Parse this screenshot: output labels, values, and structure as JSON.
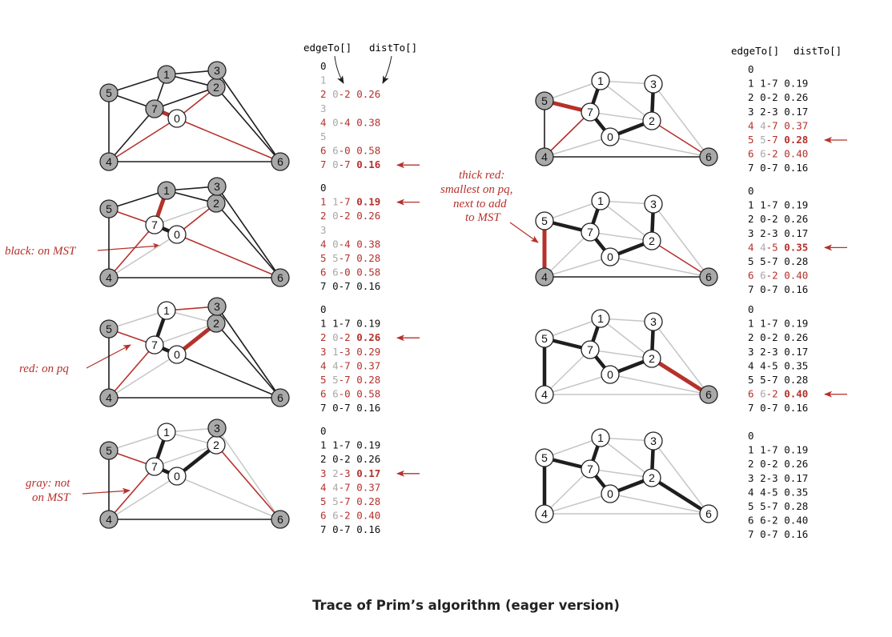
{
  "caption": "Trace of Prim’s algorithm (eager version)",
  "column_headers": {
    "edgeTo": "edgeTo[]",
    "distTo": "distTo[]"
  },
  "colors": {
    "red": "#b5312b",
    "gray_edge": "#c6c6c6",
    "black_edge": "#1e1e1e",
    "node_gray_fill": "#a9a9a9",
    "gray_text": "#a8a8a8"
  },
  "annotations": [
    {
      "text": "black: on MST"
    },
    {
      "text": "red: on pq"
    },
    {
      "lines": [
        "gray: not",
        "on MST"
      ]
    },
    {
      "lines": [
        "thick red:",
        "smallest on pq,",
        "next to add",
        "to MST"
      ]
    }
  ],
  "graph": {
    "vertices": [
      "0",
      "1",
      "2",
      "3",
      "4",
      "5",
      "6",
      "7"
    ],
    "edges": [
      {
        "id": "0-2",
        "u": 0,
        "v": 2
      },
      {
        "id": "0-4",
        "u": 0,
        "v": 4
      },
      {
        "id": "0-6",
        "u": 0,
        "v": 6
      },
      {
        "id": "0-7",
        "u": 0,
        "v": 7
      },
      {
        "id": "1-2",
        "u": 1,
        "v": 2
      },
      {
        "id": "1-3",
        "u": 1,
        "v": 3
      },
      {
        "id": "1-5",
        "u": 1,
        "v": 5
      },
      {
        "id": "1-7",
        "u": 1,
        "v": 7
      },
      {
        "id": "2-3",
        "u": 2,
        "v": 3
      },
      {
        "id": "2-6",
        "u": 2,
        "v": 6
      },
      {
        "id": "2-7",
        "u": 2,
        "v": 7
      },
      {
        "id": "3-6",
        "u": 3,
        "v": 6
      },
      {
        "id": "4-5",
        "u": 4,
        "v": 5
      },
      {
        "id": "4-6",
        "u": 4,
        "v": 6
      },
      {
        "id": "4-7",
        "u": 4,
        "v": 7
      },
      {
        "id": "5-7",
        "u": 5,
        "v": 7
      }
    ]
  },
  "panels": [
    {
      "node_state": [
        "white",
        "gray",
        "gray",
        "gray",
        "gray",
        "gray",
        "gray",
        "gray"
      ],
      "edge_state": {
        "0-2": "red",
        "0-4": "red",
        "0-6": "red",
        "0-7": "thickred",
        "1-2": "black",
        "1-3": "black",
        "1-5": "black",
        "1-7": "black",
        "2-3": "black",
        "2-6": "black",
        "2-7": "black",
        "3-6": "black",
        "4-5": "black",
        "4-6": "black",
        "4-7": "black",
        "5-7": "black"
      },
      "rows": [
        {
          "v": "0",
          "style": "black"
        },
        {
          "v": "1",
          "style": "gray"
        },
        {
          "v": "2",
          "edge_from": "0",
          "edge_to": "2",
          "dist": "0.26",
          "style": "red"
        },
        {
          "v": "3",
          "style": "gray"
        },
        {
          "v": "4",
          "edge_from": "0",
          "edge_to": "4",
          "dist": "0.38",
          "style": "red"
        },
        {
          "v": "5",
          "style": "gray"
        },
        {
          "v": "6",
          "edge_from": "6",
          "edge_to": "0",
          "dist": "0.58",
          "style": "red",
          "from_gray": true
        },
        {
          "v": "7",
          "edge_from": "0",
          "edge_to": "7",
          "dist": "0.16",
          "style": "next",
          "arrow": true
        }
      ]
    },
    {
      "node_state": [
        "white",
        "gray",
        "gray",
        "gray",
        "gray",
        "gray",
        "gray",
        "white"
      ],
      "edge_state": {
        "0-2": "red",
        "0-4": "gray",
        "0-6": "red",
        "0-7": "black",
        "1-2": "black",
        "1-3": "black",
        "1-5": "black",
        "1-7": "thickred",
        "2-3": "black",
        "2-6": "black",
        "2-7": "gray",
        "3-6": "black",
        "4-5": "black",
        "4-6": "black",
        "4-7": "red",
        "5-7": "red"
      },
      "rows": [
        {
          "v": "0",
          "style": "black"
        },
        {
          "v": "1",
          "edge_from": "1",
          "edge_to": "7",
          "dist": "0.19",
          "style": "next",
          "arrow": true
        },
        {
          "v": "2",
          "edge_from": "0",
          "edge_to": "2",
          "dist": "0.26",
          "style": "red"
        },
        {
          "v": "3",
          "style": "gray"
        },
        {
          "v": "4",
          "edge_from": "0",
          "edge_to": "4",
          "dist": "0.38",
          "style": "red"
        },
        {
          "v": "5",
          "edge_from": "5",
          "edge_to": "7",
          "dist": "0.28",
          "style": "red"
        },
        {
          "v": "6",
          "edge_from": "6",
          "edge_to": "0",
          "dist": "0.58",
          "style": "red"
        },
        {
          "v": "7",
          "edge_from": "0",
          "edge_to": "7",
          "dist": "0.16",
          "style": "black"
        }
      ]
    },
    {
      "node_state": [
        "white",
        "white",
        "gray",
        "gray",
        "gray",
        "gray",
        "gray",
        "white"
      ],
      "edge_state": {
        "0-2": "thickred",
        "0-4": "gray",
        "0-6": "black",
        "0-7": "black",
        "1-2": "gray",
        "1-3": "red",
        "1-5": "gray",
        "1-7": "black",
        "2-3": "black",
        "2-6": "black",
        "2-7": "gray",
        "3-6": "black",
        "4-5": "black",
        "4-6": "black",
        "4-7": "red",
        "5-7": "red"
      },
      "rows": [
        {
          "v": "0",
          "style": "black"
        },
        {
          "v": "1",
          "edge_from": "1",
          "edge_to": "7",
          "dist": "0.19",
          "style": "black"
        },
        {
          "v": "2",
          "edge_from": "0",
          "edge_to": "2",
          "dist": "0.26",
          "style": "next",
          "arrow": true
        },
        {
          "v": "3",
          "edge_from": "1",
          "edge_to": "3",
          "dist": "0.29",
          "style": "red"
        },
        {
          "v": "4",
          "edge_from": "4",
          "edge_to": "7",
          "dist": "0.37",
          "style": "red"
        },
        {
          "v": "5",
          "edge_from": "5",
          "edge_to": "7",
          "dist": "0.28",
          "style": "red"
        },
        {
          "v": "6",
          "edge_from": "6",
          "edge_to": "0",
          "dist": "0.58",
          "style": "red"
        },
        {
          "v": "7",
          "edge_from": "0",
          "edge_to": "7",
          "dist": "0.16",
          "style": "black"
        }
      ]
    },
    {
      "node_state": [
        "white",
        "white",
        "white",
        "gray",
        "gray",
        "gray",
        "gray",
        "white"
      ],
      "edge_state": {
        "0-2": "black",
        "0-4": "gray",
        "0-6": "gray",
        "0-7": "black",
        "1-2": "gray",
        "1-3": "gray",
        "1-5": "gray",
        "1-7": "black",
        "2-3": "thickred",
        "2-6": "red",
        "2-7": "gray",
        "3-6": "gray",
        "4-5": "black",
        "4-6": "black",
        "4-7": "red",
        "5-7": "red"
      },
      "rows": [
        {
          "v": "0",
          "style": "black"
        },
        {
          "v": "1",
          "edge_from": "1",
          "edge_to": "7",
          "dist": "0.19",
          "style": "black"
        },
        {
          "v": "2",
          "edge_from": "0",
          "edge_to": "2",
          "dist": "0.26",
          "style": "black"
        },
        {
          "v": "3",
          "edge_from": "2",
          "edge_to": "3",
          "dist": "0.17",
          "style": "next",
          "arrow": true
        },
        {
          "v": "4",
          "edge_from": "4",
          "edge_to": "7",
          "dist": "0.37",
          "style": "red"
        },
        {
          "v": "5",
          "edge_from": "5",
          "edge_to": "7",
          "dist": "0.28",
          "style": "red"
        },
        {
          "v": "6",
          "edge_from": "6",
          "edge_to": "2",
          "dist": "0.40",
          "style": "red"
        },
        {
          "v": "7",
          "edge_from": "0",
          "edge_to": "7",
          "dist": "0.16",
          "style": "black"
        }
      ]
    },
    {
      "node_state": [
        "white",
        "white",
        "white",
        "white",
        "gray",
        "gray",
        "gray",
        "white"
      ],
      "edge_state": {
        "0-2": "black",
        "0-4": "gray",
        "0-6": "gray",
        "0-7": "black",
        "1-2": "gray",
        "1-3": "gray",
        "1-5": "gray",
        "1-7": "black",
        "2-3": "black",
        "2-6": "red",
        "2-7": "gray",
        "3-6": "gray",
        "4-5": "black",
        "4-6": "black",
        "4-7": "red",
        "5-7": "thickred"
      },
      "rows": [
        {
          "v": "0",
          "style": "black"
        },
        {
          "v": "1",
          "edge_from": "1",
          "edge_to": "7",
          "dist": "0.19",
          "style": "black"
        },
        {
          "v": "2",
          "edge_from": "0",
          "edge_to": "2",
          "dist": "0.26",
          "style": "black"
        },
        {
          "v": "3",
          "edge_from": "2",
          "edge_to": "3",
          "dist": "0.17",
          "style": "black"
        },
        {
          "v": "4",
          "edge_from": "4",
          "edge_to": "7",
          "dist": "0.37",
          "style": "red"
        },
        {
          "v": "5",
          "edge_from": "5",
          "edge_to": "7",
          "dist": "0.28",
          "style": "next",
          "arrow": true
        },
        {
          "v": "6",
          "edge_from": "6",
          "edge_to": "2",
          "dist": "0.40",
          "style": "red"
        },
        {
          "v": "7",
          "edge_from": "0",
          "edge_to": "7",
          "dist": "0.16",
          "style": "black"
        }
      ]
    },
    {
      "node_state": [
        "white",
        "white",
        "white",
        "white",
        "gray",
        "white",
        "gray",
        "white"
      ],
      "edge_state": {
        "0-2": "black",
        "0-4": "gray",
        "0-6": "gray",
        "0-7": "black",
        "1-2": "gray",
        "1-3": "gray",
        "1-5": "gray",
        "1-7": "black",
        "2-3": "black",
        "2-6": "red",
        "2-7": "gray",
        "3-6": "gray",
        "4-5": "thickred",
        "4-6": "black",
        "4-7": "gray",
        "5-7": "black"
      },
      "rows": [
        {
          "v": "0",
          "style": "black"
        },
        {
          "v": "1",
          "edge_from": "1",
          "edge_to": "7",
          "dist": "0.19",
          "style": "black"
        },
        {
          "v": "2",
          "edge_from": "0",
          "edge_to": "2",
          "dist": "0.26",
          "style": "black"
        },
        {
          "v": "3",
          "edge_from": "2",
          "edge_to": "3",
          "dist": "0.17",
          "style": "black"
        },
        {
          "v": "4",
          "edge_from": "4",
          "edge_to": "5",
          "dist": "0.35",
          "style": "next",
          "arrow": true
        },
        {
          "v": "5",
          "edge_from": "5",
          "edge_to": "7",
          "dist": "0.28",
          "style": "black"
        },
        {
          "v": "6",
          "edge_from": "6",
          "edge_to": "2",
          "dist": "0.40",
          "style": "red"
        },
        {
          "v": "7",
          "edge_from": "0",
          "edge_to": "7",
          "dist": "0.16",
          "style": "black"
        }
      ]
    },
    {
      "node_state": [
        "white",
        "white",
        "white",
        "white",
        "white",
        "white",
        "gray",
        "white"
      ],
      "edge_state": {
        "0-2": "black",
        "0-4": "gray",
        "0-6": "gray",
        "0-7": "black",
        "1-2": "gray",
        "1-3": "gray",
        "1-5": "gray",
        "1-7": "black",
        "2-3": "black",
        "2-6": "thickred",
        "2-7": "gray",
        "3-6": "gray",
        "4-5": "black",
        "4-6": "gray",
        "4-7": "gray",
        "5-7": "black"
      },
      "rows": [
        {
          "v": "0",
          "style": "black"
        },
        {
          "v": "1",
          "edge_from": "1",
          "edge_to": "7",
          "dist": "0.19",
          "style": "black"
        },
        {
          "v": "2",
          "edge_from": "0",
          "edge_to": "2",
          "dist": "0.26",
          "style": "black"
        },
        {
          "v": "3",
          "edge_from": "2",
          "edge_to": "3",
          "dist": "0.17",
          "style": "black"
        },
        {
          "v": "4",
          "edge_from": "4",
          "edge_to": "5",
          "dist": "0.35",
          "style": "black"
        },
        {
          "v": "5",
          "edge_from": "5",
          "edge_to": "7",
          "dist": "0.28",
          "style": "black"
        },
        {
          "v": "6",
          "edge_from": "6",
          "edge_to": "2",
          "dist": "0.40",
          "style": "next",
          "arrow": true
        },
        {
          "v": "7",
          "edge_from": "0",
          "edge_to": "7",
          "dist": "0.16",
          "style": "black"
        }
      ]
    },
    {
      "node_state": [
        "white",
        "white",
        "white",
        "white",
        "white",
        "white",
        "white",
        "white"
      ],
      "edge_state": {
        "0-2": "black",
        "0-4": "gray",
        "0-6": "gray",
        "0-7": "black",
        "1-2": "gray",
        "1-3": "gray",
        "1-5": "gray",
        "1-7": "black",
        "2-3": "black",
        "2-6": "black",
        "2-7": "gray",
        "3-6": "gray",
        "4-5": "black",
        "4-6": "gray",
        "4-7": "gray",
        "5-7": "black"
      },
      "rows": [
        {
          "v": "0",
          "style": "black"
        },
        {
          "v": "1",
          "edge_from": "1",
          "edge_to": "7",
          "dist": "0.19",
          "style": "black"
        },
        {
          "v": "2",
          "edge_from": "0",
          "edge_to": "2",
          "dist": "0.26",
          "style": "black"
        },
        {
          "v": "3",
          "edge_from": "2",
          "edge_to": "3",
          "dist": "0.17",
          "style": "black"
        },
        {
          "v": "4",
          "edge_from": "4",
          "edge_to": "5",
          "dist": "0.35",
          "style": "black"
        },
        {
          "v": "5",
          "edge_from": "5",
          "edge_to": "7",
          "dist": "0.28",
          "style": "black"
        },
        {
          "v": "6",
          "edge_from": "6",
          "edge_to": "2",
          "dist": "0.40",
          "style": "black"
        },
        {
          "v": "7",
          "edge_from": "0",
          "edge_to": "7",
          "dist": "0.16",
          "style": "black"
        }
      ]
    }
  ]
}
